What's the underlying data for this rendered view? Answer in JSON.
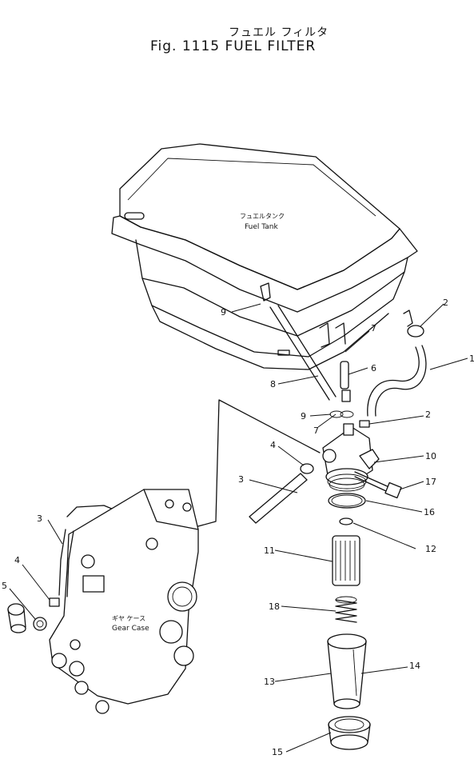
{
  "title": {
    "japanese": "フュエル フィルタ",
    "english": "Fig. 1115 FUEL FILTER"
  },
  "labels": {
    "fuel_tank_jp": "フュエルタンク",
    "fuel_tank_en": "Fuel Tank",
    "gear_case_jp": "ギヤ ケース",
    "gear_case_en": "Gear Case"
  },
  "callouts": [
    "1",
    "2",
    "2",
    "3",
    "3",
    "4",
    "4",
    "5",
    "6",
    "7",
    "7",
    "8",
    "9",
    "9",
    "10",
    "11",
    "12",
    "13",
    "14",
    "15",
    "16",
    "17",
    "18"
  ]
}
